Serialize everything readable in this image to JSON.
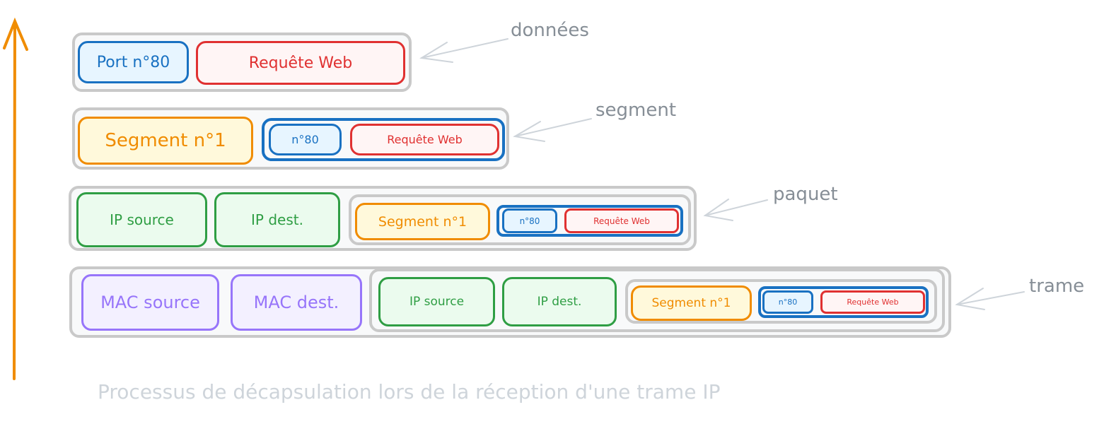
{
  "colors": {
    "arrow": "#f08c00",
    "gray": "#c9c9c9",
    "blue": "#1971c2",
    "red": "#e03131",
    "orange": "#f08c00",
    "green": "#2f9e44",
    "purple": "#9775fa",
    "label": "#868e96",
    "caption": "#ced4da"
  },
  "rows": {
    "donnees": {
      "label": "données",
      "port": "Port n°80",
      "request": "Requête Web"
    },
    "segment": {
      "label": "segment",
      "segment": "Segment n°1",
      "port": "n°80",
      "request": "Requête Web"
    },
    "paquet": {
      "label": "paquet",
      "ip_source": "IP source",
      "ip_dest": "IP dest.",
      "segment": "Segment n°1",
      "port": "n°80",
      "request": "Requête Web"
    },
    "trame": {
      "label": "trame",
      "mac_source": "MAC source",
      "mac_dest": "MAC dest.",
      "ip_source": "IP source",
      "ip_dest": "IP dest.",
      "segment": "Segment n°1",
      "port": "n°80",
      "request": "Requête Web"
    }
  },
  "caption": "Processus de décapsulation lors de la réception d'une trame IP"
}
